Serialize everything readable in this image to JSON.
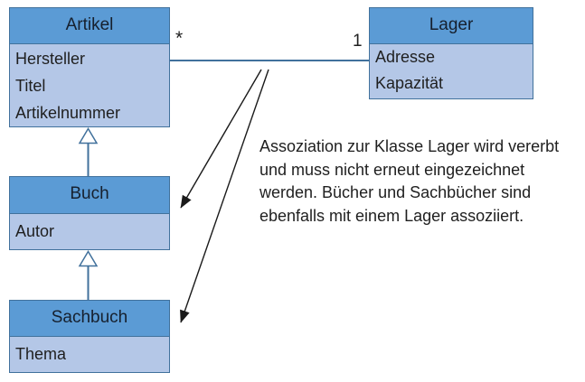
{
  "classes": {
    "artikel": {
      "name": "Artikel",
      "attributes": [
        "Hersteller",
        "Titel",
        "Artikelnummer"
      ]
    },
    "lager": {
      "name": "Lager",
      "attributes": [
        "Adresse",
        "Kapazität"
      ]
    },
    "buch": {
      "name": "Buch",
      "attributes": [
        "Autor"
      ]
    },
    "sachbuch": {
      "name": "Sachbuch",
      "attributes": [
        "Thema"
      ]
    }
  },
  "relationships": {
    "association": {
      "from": "Artikel",
      "to": "Lager",
      "multiplicity_artikel_end": "*",
      "multiplicity_lager_end": "1"
    },
    "inheritance": [
      {
        "child": "Buch",
        "parent": "Artikel"
      },
      {
        "child": "Sachbuch",
        "parent": "Buch"
      }
    ],
    "annotation_arrows": [
      {
        "points_to": "Buch"
      },
      {
        "points_to": "Sachbuch"
      }
    ]
  },
  "annotation": {
    "lines": [
      "Assoziation zur Klasse Lager wird vererbt",
      "und muss nicht erneut eingezeichnet",
      "werden. Bücher und Sachbücher sind",
      "ebenfalls mit einem Lager assoziiert."
    ]
  },
  "colors": {
    "class_header_fill": "#5b9bd5",
    "class_body_fill": "#b4c7e7",
    "class_border": "#41719c",
    "connector_line": "#41719c",
    "annotation_arrow": "#1a1a1a",
    "text": "#1f1f1f",
    "background": "#ffffff"
  }
}
